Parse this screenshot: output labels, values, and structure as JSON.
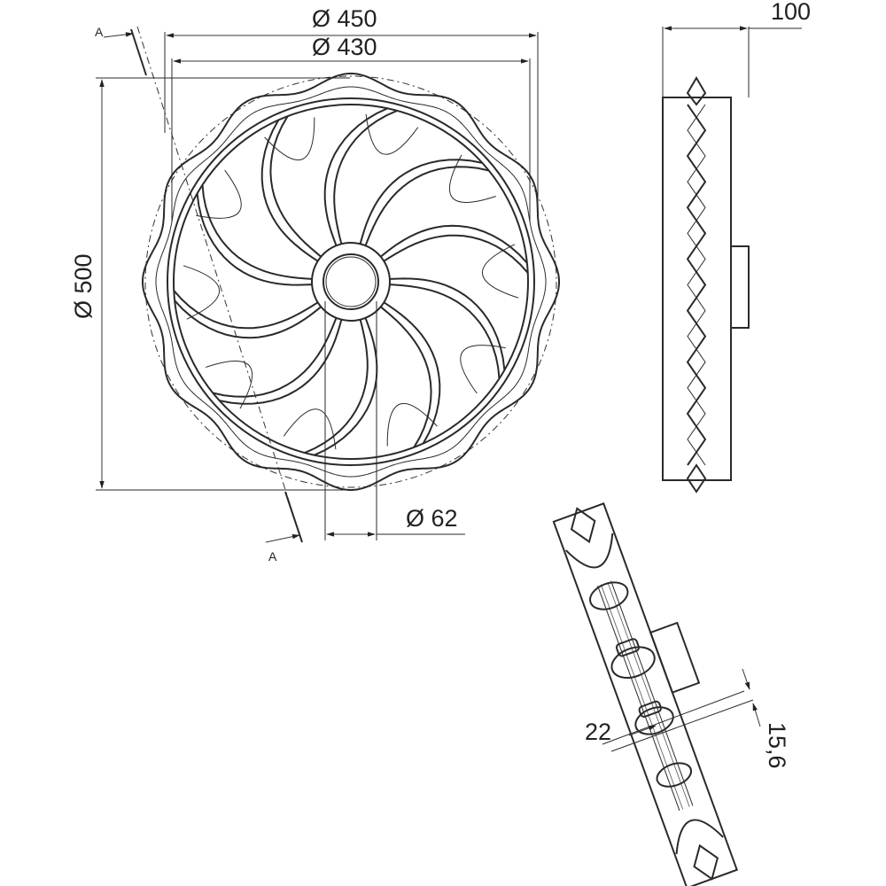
{
  "dimensions": {
    "outer_diameter": "Ø 450",
    "inner_diameter": "Ø 430",
    "overall_diameter": "Ø 500",
    "hub_diameter": "Ø 62",
    "width": "100",
    "detail_width": "22",
    "detail_thickness": "15,6"
  },
  "section": {
    "label_top": "A",
    "label_bottom": "A"
  },
  "colors": {
    "line": "#2a2a2a",
    "background": "#ffffff"
  }
}
